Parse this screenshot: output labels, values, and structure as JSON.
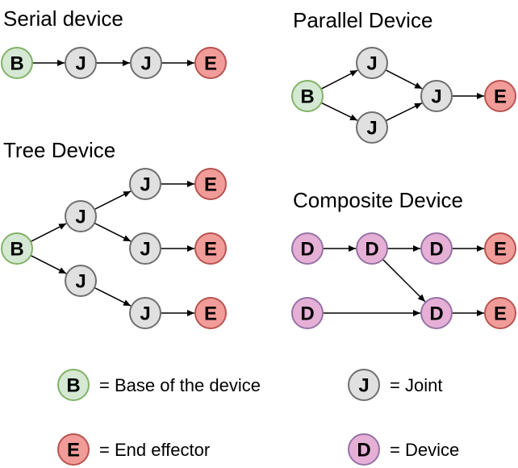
{
  "colors": {
    "base": {
      "fill": "#d5e8d4",
      "stroke": "#82b366"
    },
    "joint": {
      "fill": "#e0e0e0",
      "stroke": "#6f6f6f"
    },
    "end": {
      "fill": "#f19c99",
      "stroke": "#b85450"
    },
    "device": {
      "fill": "#e6b0d6",
      "stroke": "#9673a6"
    }
  },
  "diagrams": {
    "serial": {
      "title": "Serial device"
    },
    "parallel": {
      "title": "Parallel Device"
    },
    "tree": {
      "title": "Tree Device"
    },
    "composite": {
      "title": "Composite Device"
    }
  },
  "node_labels": {
    "base": "B",
    "joint": "J",
    "end": "E",
    "device": "D"
  },
  "legend": [
    {
      "type": "base",
      "text": "= Base of the device"
    },
    {
      "type": "joint",
      "text": "= Joint"
    },
    {
      "type": "end",
      "text": "= End effector"
    },
    {
      "type": "device",
      "text": "= Device"
    }
  ]
}
